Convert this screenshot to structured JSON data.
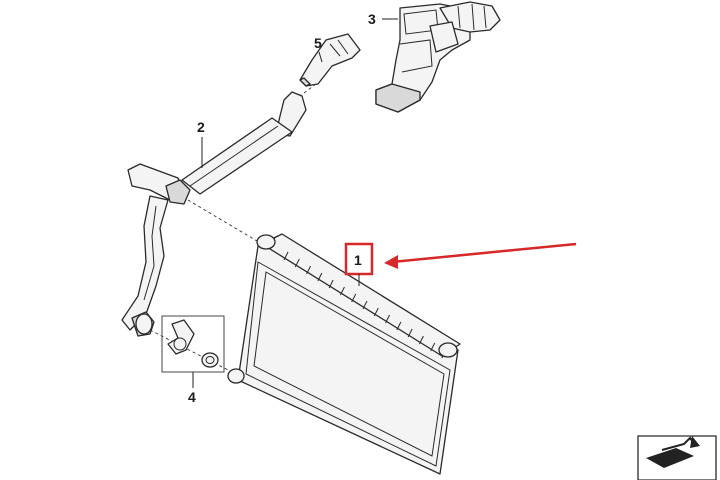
{
  "callouts": {
    "part1": "1",
    "part2": "2",
    "part3": "3",
    "part4": "4",
    "part5": "5"
  },
  "colors": {
    "highlight": "#d62828",
    "line": "#2a2a2a",
    "background": "#ffffff"
  },
  "icons": {
    "corner": "view-orientation-icon"
  }
}
